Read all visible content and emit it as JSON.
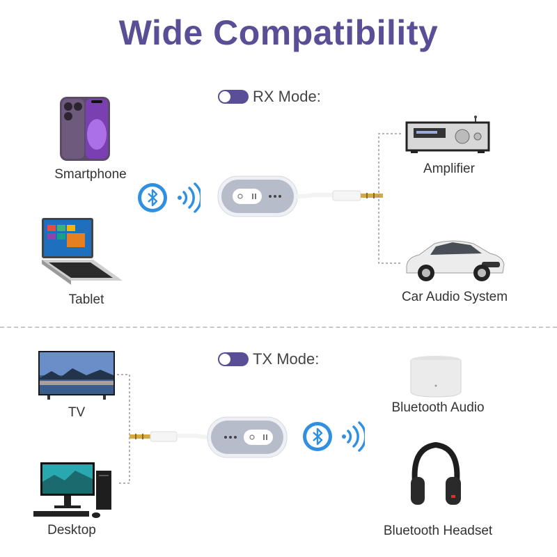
{
  "title": "Wide Compatibility",
  "rx": {
    "mode_label": "RX Mode:",
    "sources": [
      "Smartphone",
      "Tablet"
    ],
    "outputs": [
      "Amplifier",
      "Car Audio System"
    ]
  },
  "tx": {
    "mode_label": "TX Mode:",
    "sources": [
      "TV",
      "Desktop"
    ],
    "outputs": [
      "Bluetooth Audio",
      "Bluetooth Headset"
    ]
  },
  "colors": {
    "brand_purple": "#5a4e96",
    "bluetooth_blue": "#2f8fe0",
    "divider": "#c8c8c8"
  },
  "icons": [
    "smartphone-icon",
    "tablet-icon",
    "amplifier-icon",
    "car-icon",
    "tv-icon",
    "desktop-icon",
    "speaker-icon",
    "headphones-icon",
    "bluetooth-icon",
    "signal-waves-icon",
    "adapter-icon"
  ]
}
